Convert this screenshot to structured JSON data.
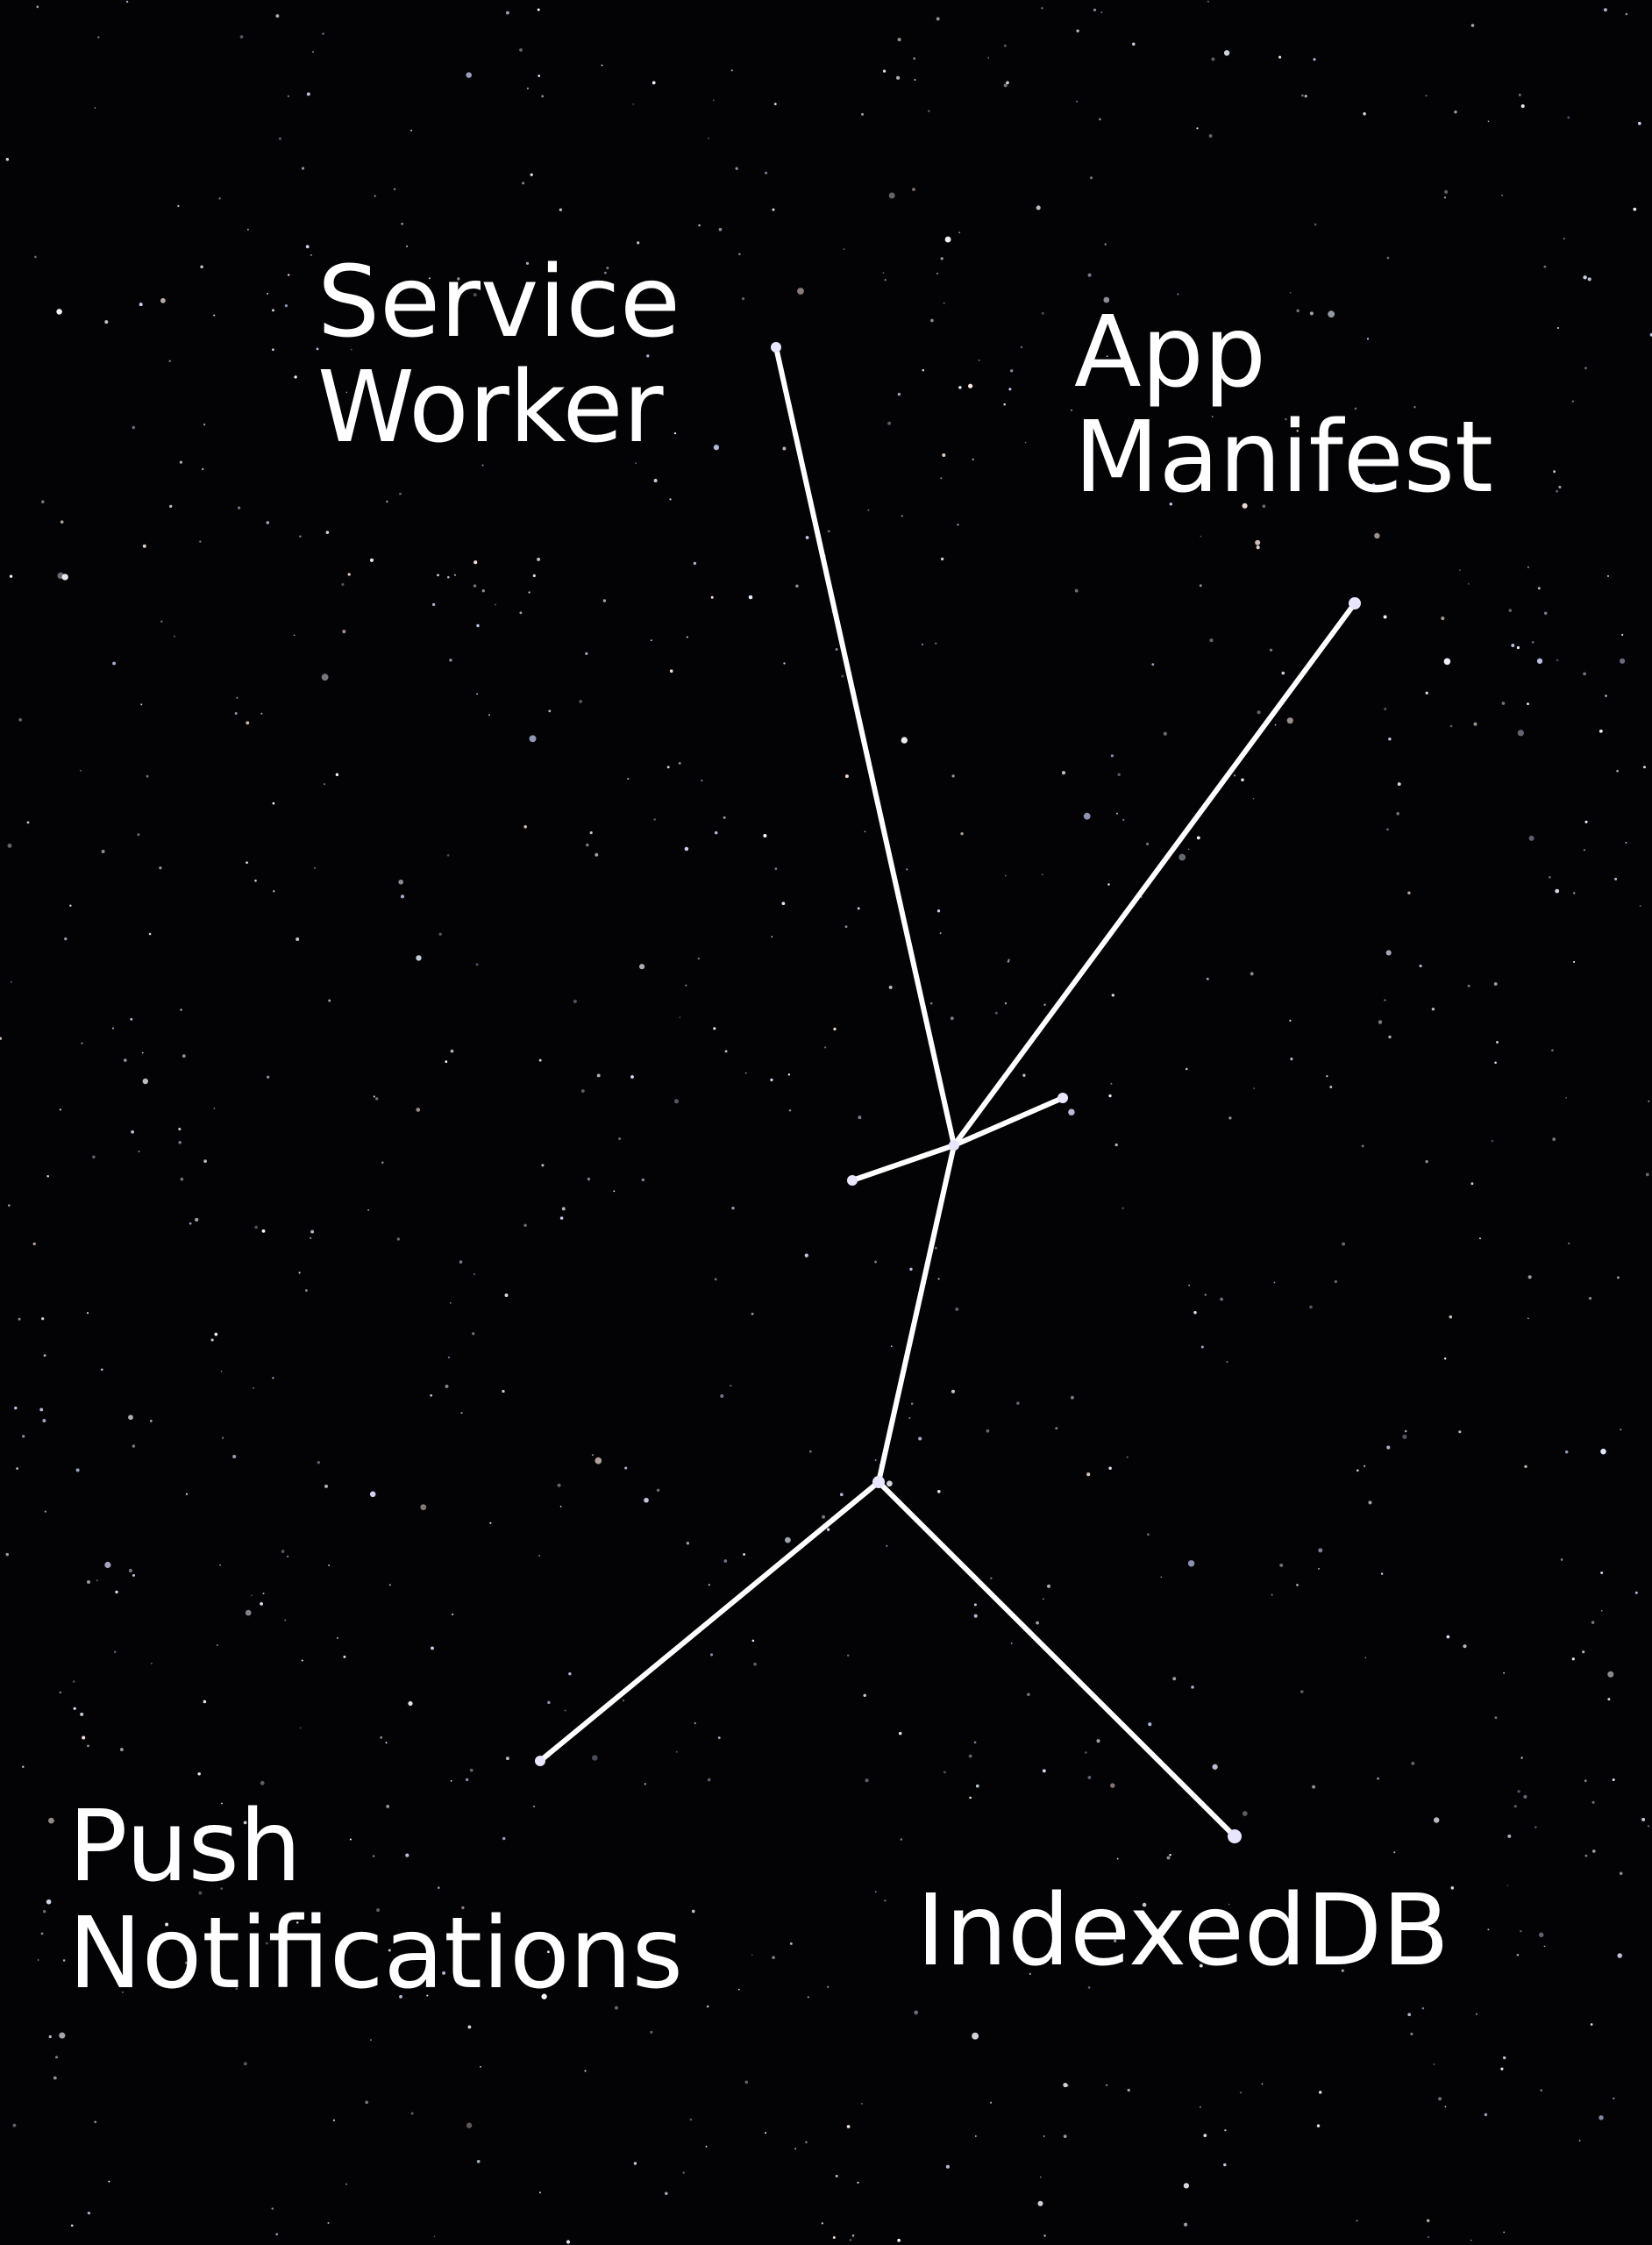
{
  "labels": {
    "service_worker": [
      "Service",
      "Worker"
    ],
    "app_manifest": [
      "App",
      "Manifest"
    ],
    "push_notifications": [
      "Push",
      "Notifications"
    ],
    "indexeddb": "IndexedDB"
  },
  "colors": {
    "background": "#030204",
    "lines": "#ffffff",
    "stars": "#e8e6ff"
  }
}
